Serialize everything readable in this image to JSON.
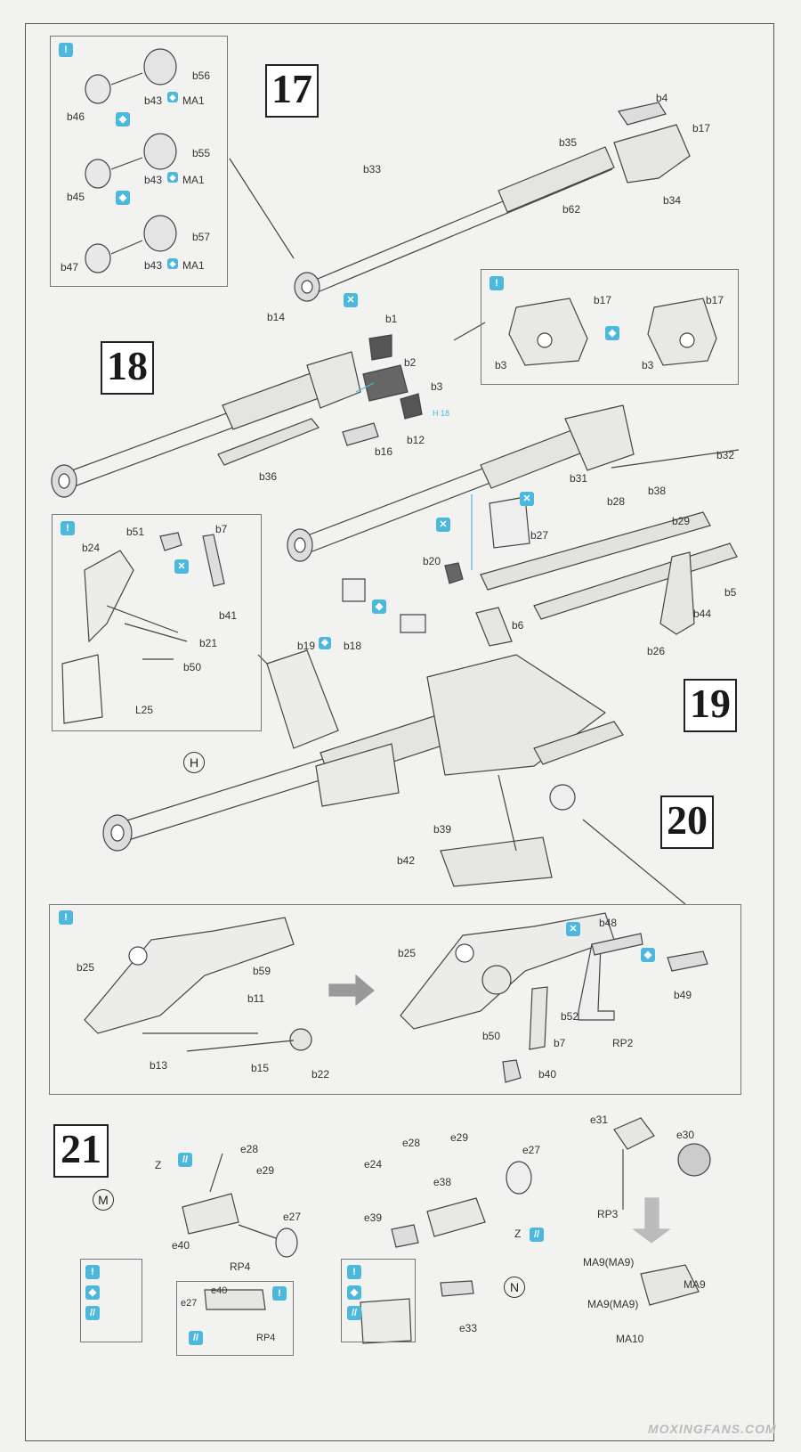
{
  "steps": {
    "s17": "17",
    "s18": "18",
    "s19": "19",
    "s20": "20",
    "s21": "21"
  },
  "markers": {
    "H": "H",
    "M": "M",
    "N": "N"
  },
  "parts": {
    "b56": "b56",
    "b43a": "b43",
    "ma1a": "MA1",
    "b46": "b46",
    "b55": "b55",
    "b43b": "b43",
    "ma1b": "MA1",
    "b45": "b45",
    "b57": "b57",
    "b43c": "b43",
    "ma1c": "MA1",
    "b47": "b47",
    "b4": "b4",
    "b17": "b17",
    "b35": "b35",
    "b34": "b34",
    "b33": "b33",
    "b62": "b62",
    "b14": "b14",
    "b1": "b1",
    "b2": "b2",
    "b3": "b3",
    "b12": "b12",
    "b16": "b16",
    "b36": "b36",
    "ref1": "H 18",
    "ins_b17a": "b17",
    "ins_b3a": "b3",
    "ins_b17b": "b17",
    "ins_b3b": "b3",
    "b32": "b32",
    "b38": "b38",
    "b31": "b31",
    "b28": "b28",
    "b29": "b29",
    "b27": "b27",
    "b20": "b20",
    "b5": "b5",
    "b44": "b44",
    "b6": "b6",
    "b26": "b26",
    "b19": "b19",
    "b18": "b18",
    "b24": "b24",
    "b51": "b51",
    "b7": "b7",
    "b41": "b41",
    "b21": "b21",
    "b50": "b50",
    "L25": "L25",
    "b39": "b39",
    "b42": "b42",
    "s20_b25": "b25",
    "b59": "b59",
    "b11": "b11",
    "b13": "b13",
    "b15": "b15",
    "b22": "b22",
    "s20_b25r": "b25",
    "b48": "b48",
    "b49": "b49",
    "b52": "b52",
    "s20_b50": "b50",
    "s20_b7": "b7",
    "RP2": "RP2",
    "b40": "b40",
    "e28": "e28",
    "e29": "e29",
    "Z1": "Z",
    "e27": "e27",
    "e40": "e40",
    "RP4": "RP4",
    "ins_e40": "e40",
    "ins_e27": "e27",
    "ins_RP4": "RP4",
    "e28b": "e28",
    "e29b": "e29",
    "e24": "e24",
    "e38": "e38",
    "e27b": "e27",
    "e39": "e39",
    "Z2": "Z",
    "e33": "e33",
    "e31": "e31",
    "e30": "e30",
    "RP3": "RP3",
    "MA9a": "MA9(MA9)",
    "MA9b": "MA9(MA9)",
    "MA9c": "MA9",
    "MA10": "MA10"
  },
  "watermark": "MOXINGFANS.COM",
  "colors": {
    "accent": "#4db8dc",
    "line": "#333333"
  }
}
